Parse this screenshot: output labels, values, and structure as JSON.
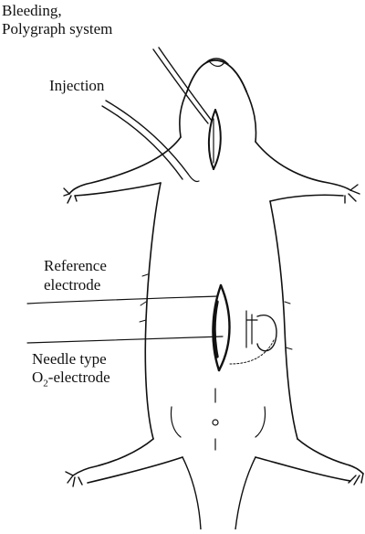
{
  "labels": {
    "bleeding_line1": "Bleeding,",
    "bleeding_line2": "Polygraph system",
    "injection": "Injection",
    "reference_line1": "Reference",
    "reference_line2": "electrode",
    "needle_line1": "Needle type",
    "needle_o": "O",
    "needle_sub": "2",
    "needle_rest": "-electrode"
  }
}
